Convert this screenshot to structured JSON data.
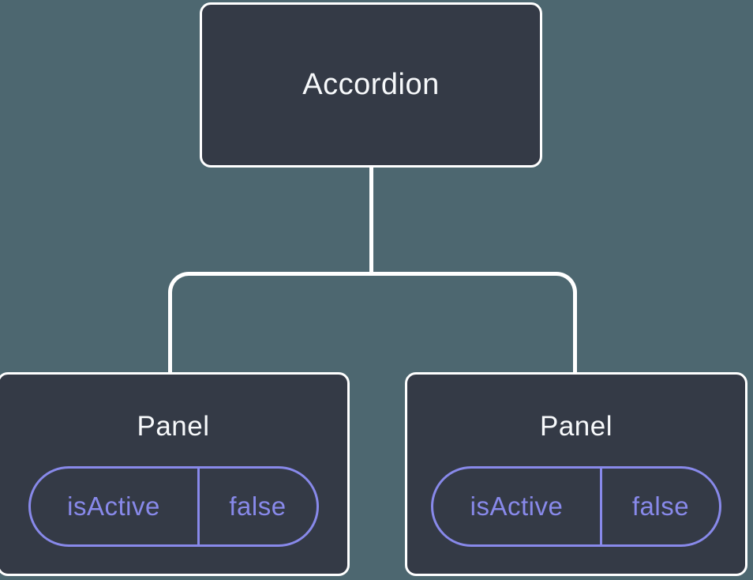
{
  "diagram": {
    "type": "component-tree",
    "root": {
      "label": "Accordion"
    },
    "panels": [
      {
        "label": "Panel",
        "state": {
          "key": "isActive",
          "value": "false"
        }
      },
      {
        "label": "Panel",
        "state": {
          "key": "isActive",
          "value": "false"
        }
      }
    ]
  },
  "colors": {
    "background": "#4D6770",
    "node-fill": "#343A46",
    "node-border": "#FFFFFF",
    "node-text": "#F7F9FB",
    "connector": "#FFFFFF",
    "state-accent": "#8889EA"
  }
}
